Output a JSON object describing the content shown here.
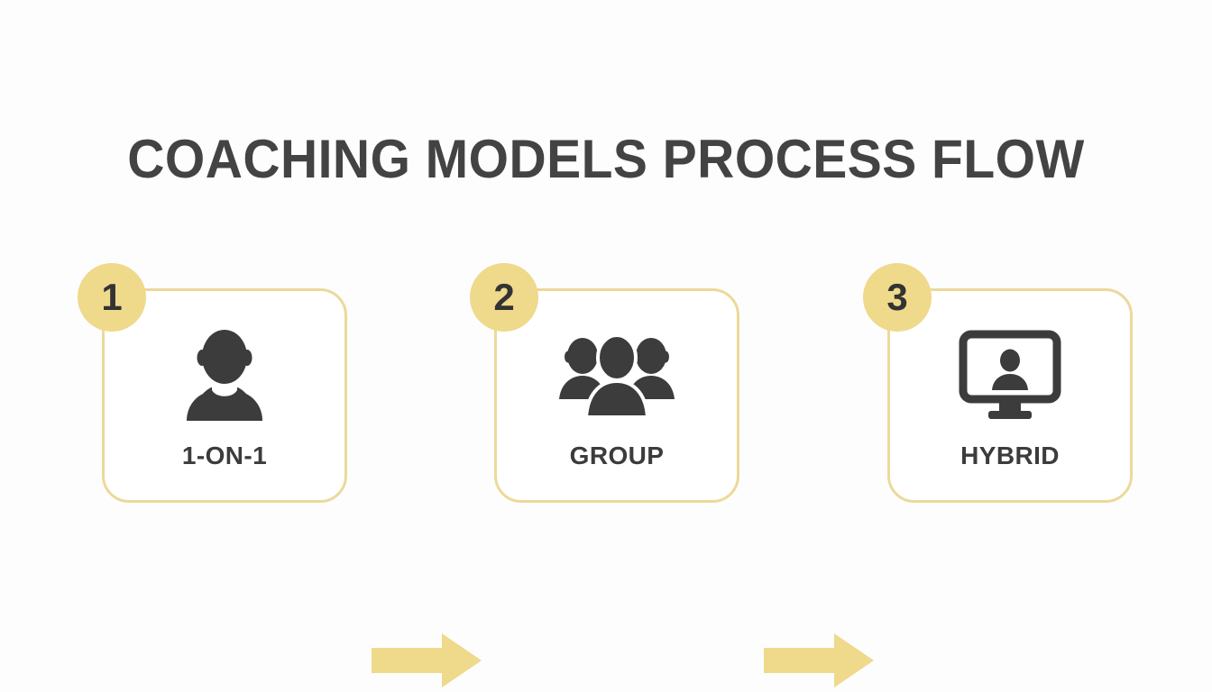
{
  "page": {
    "title": "COACHING MODELS PROCESS FLOW",
    "background_color": "#fdfdfd",
    "accent_color": "#efd98b",
    "border_color": "#ecd99a",
    "text_color": "#3c3c3c"
  },
  "flow": {
    "steps": [
      {
        "number": "1",
        "label": "1-ON-1",
        "icon": "single-person-icon"
      },
      {
        "number": "2",
        "label": "GROUP",
        "icon": "group-people-icon"
      },
      {
        "number": "3",
        "label": "HYBRID",
        "icon": "monitor-person-icon"
      }
    ],
    "connectors": [
      {
        "icon": "arrow-right-icon",
        "from": "1-ON-1",
        "to": "GROUP"
      },
      {
        "icon": "arrow-right-icon",
        "from": "GROUP",
        "to": "HYBRID"
      }
    ]
  }
}
